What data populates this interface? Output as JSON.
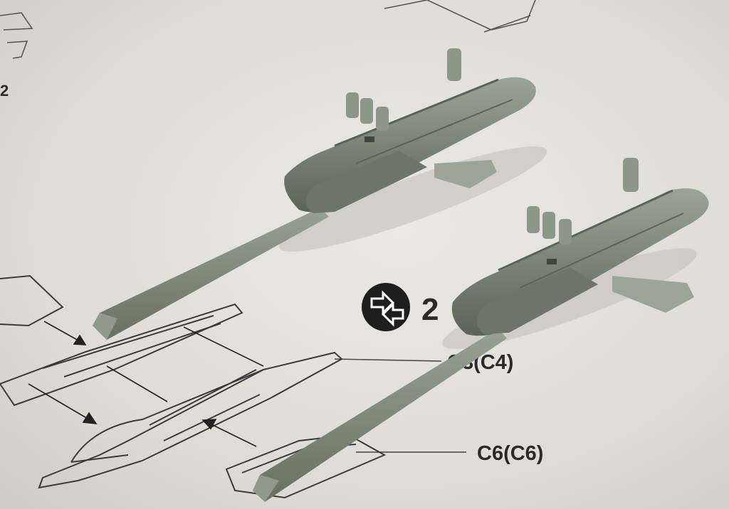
{
  "instruction_sheet": {
    "step_number": "2",
    "side_number": "2",
    "part_labels": {
      "upper": "C3(C4)",
      "lower": "C6(C6)"
    },
    "step_icon": "rotate-arrows-icon"
  },
  "colors": {
    "paper": "#e6e3e0",
    "plastic": "#7f8a7b",
    "plastic_light": "#98a394",
    "plastic_dark": "#5d6659",
    "line_art": "#3a3a3a"
  }
}
